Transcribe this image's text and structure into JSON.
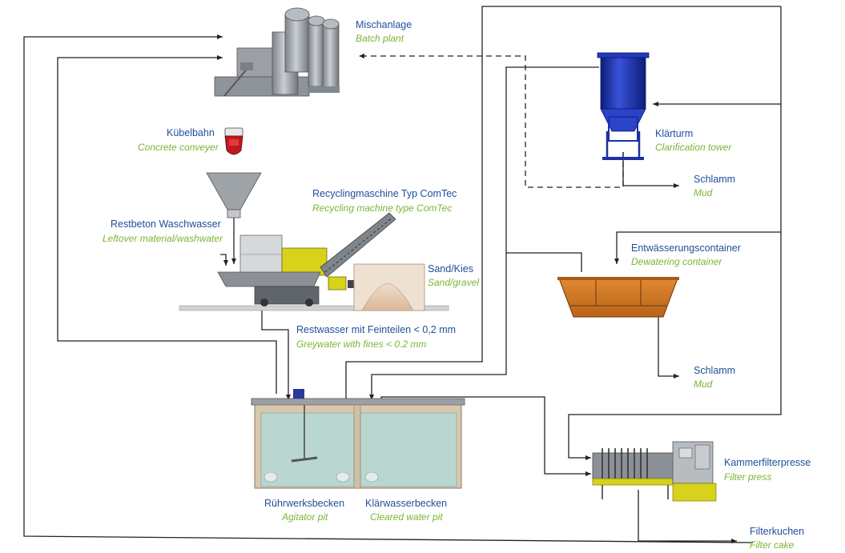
{
  "components": {
    "batch_plant": {
      "de": "Mischanlage",
      "en": "Batch plant"
    },
    "concrete_conveyer": {
      "de": "Kübelbahn",
      "en": "Concrete conveyer"
    },
    "recycling_machine": {
      "de": "Recyclingmaschine Typ ComTec",
      "en": "Recycling machine type ComTec"
    },
    "leftover": {
      "de": "Restbeton Waschwasser",
      "en": "Leftover material/washwater"
    },
    "sand_gravel": {
      "de": "Sand/Kies",
      "en": "Sand/gravel"
    },
    "greywater": {
      "de": "Restwasser mit Feinteilen < 0,2 mm",
      "en": "Greywater with fines < 0.2 mm"
    },
    "clarification_tower": {
      "de": "Klärturm",
      "en": "Clarification tower"
    },
    "mud_tower": {
      "de": "Schlamm",
      "en": "Mud"
    },
    "dewatering_container": {
      "de": "Entwässerungscontainer",
      "en": "Dewatering container"
    },
    "mud_container": {
      "de": "Schlamm",
      "en": "Mud"
    },
    "agitator_pit": {
      "de": "Rührwerksbecken",
      "en": "Agitator pit"
    },
    "cleared_water_pit": {
      "de": "Klärwasserbecken",
      "en": "Cleared water pit"
    },
    "filter_press": {
      "de": "Kammerfilterpresse",
      "en": "Filter press"
    },
    "filter_cake": {
      "de": "Filterkuchen",
      "en": "Filter cake"
    }
  },
  "colors": {
    "label_de": "#1f4e9a",
    "label_en": "#7ab534",
    "pipe": "#222222",
    "tower": "#1a2fa8",
    "container": "#c8731f",
    "conveyer": "#c0181f",
    "machine_accent": "#d8d21a",
    "water": "#b9d7d0"
  },
  "legend_icons": [
    "batch-plant-icon",
    "bucket-conveyer-icon",
    "hopper-icon",
    "recycling-machine-icon",
    "sand-pile-icon",
    "clarification-tower-icon",
    "dewatering-container-icon",
    "pit-tank-icon",
    "filter-press-icon"
  ]
}
